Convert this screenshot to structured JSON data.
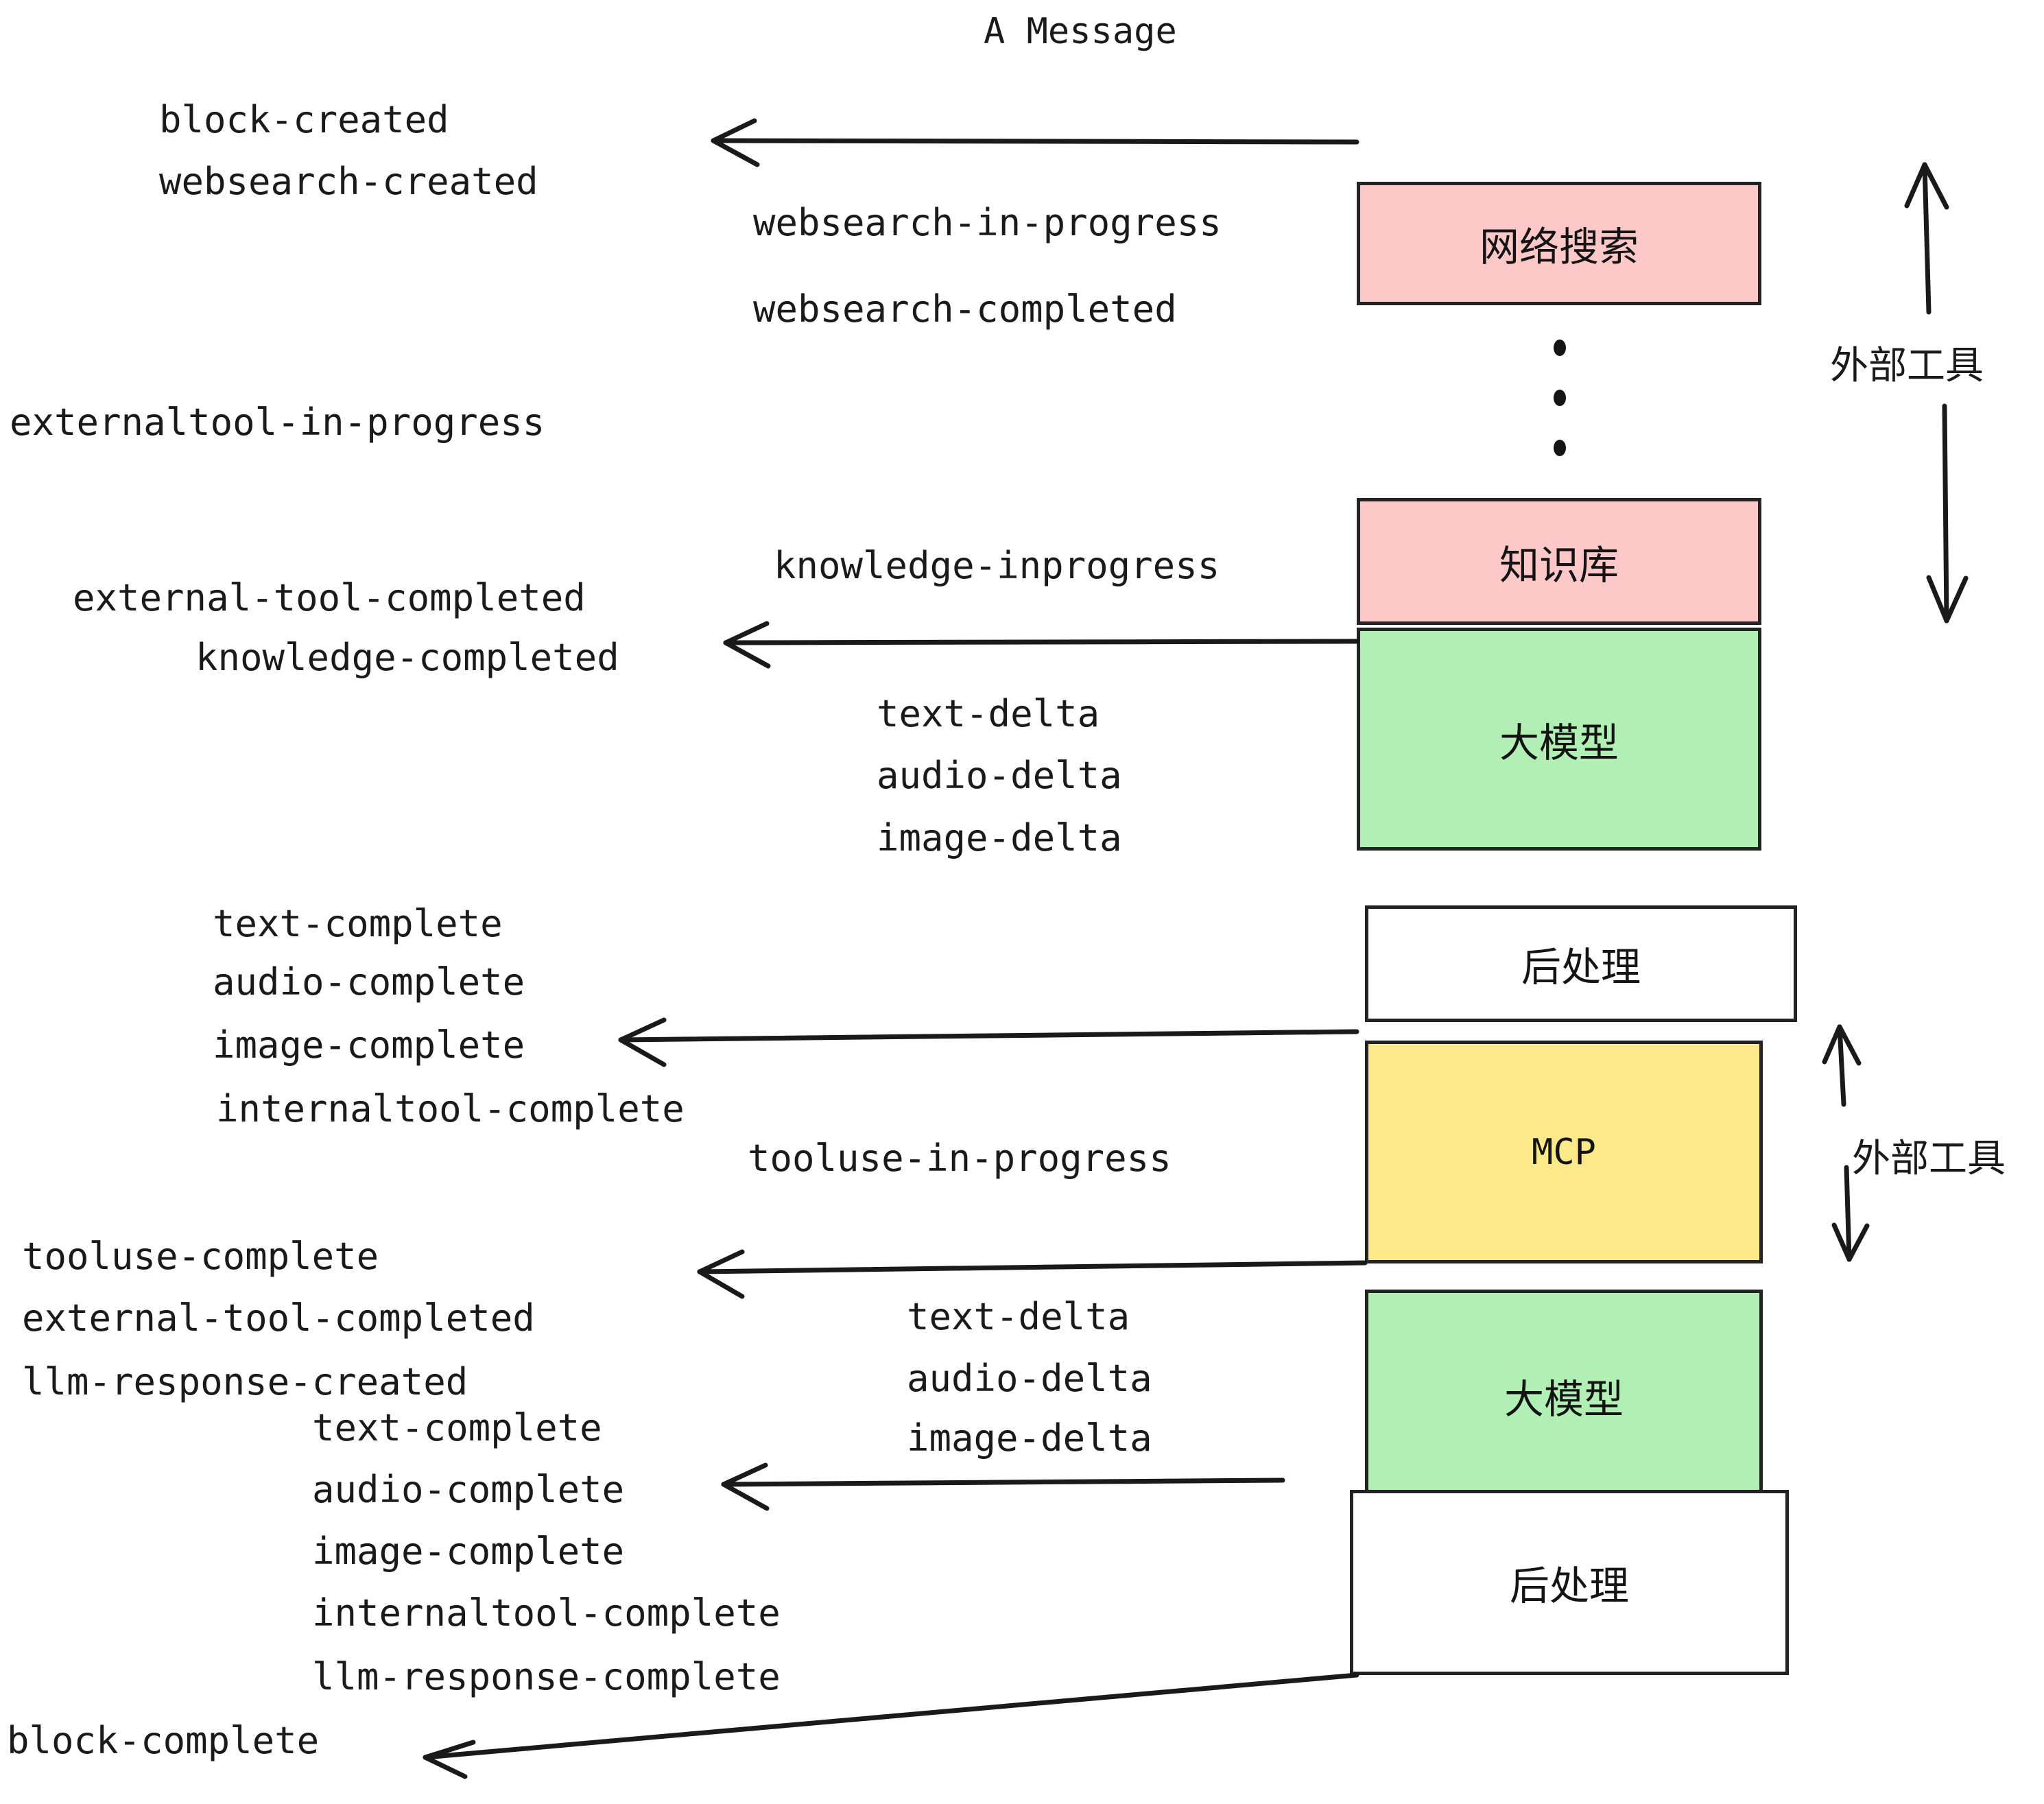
{
  "title": "A Message",
  "colors": {
    "pink": "#FFC8C8",
    "green": "#B2EFB5",
    "yellow": "#FCE98C",
    "white": "#FFFFFF",
    "stroke": "#232323",
    "text": "#1a1a1a"
  },
  "nodes": [
    {
      "id": "websearch",
      "label": "网络搜索",
      "fill": "#FFC8C8",
      "mono": false
    },
    {
      "id": "knowledge",
      "label": "知识库",
      "fill": "#FFC8C8",
      "mono": false
    },
    {
      "id": "llm-1",
      "label": "大模型",
      "fill": "#B2EFB5",
      "mono": false
    },
    {
      "id": "postprocess-1",
      "label": "后处理",
      "fill": "#FFFFFF",
      "mono": false
    },
    {
      "id": "mcp",
      "label": "MCP",
      "fill": "#FCE98C",
      "mono": true
    },
    {
      "id": "llm-2",
      "label": "大模型",
      "fill": "#B2EFB5",
      "mono": false
    },
    {
      "id": "postprocess-2",
      "label": "后处理",
      "fill": "#FFFFFF",
      "mono": false
    }
  ],
  "side_labels": [
    {
      "id": "external-tool-top",
      "text": "外部工具"
    },
    {
      "id": "external-tool-bottom",
      "text": "外部工具"
    }
  ],
  "events": {
    "block_created": "block-created",
    "websearch_created": "websearch-created",
    "websearch_in_progress": "websearch-in-progress",
    "websearch_completed": "websearch-completed",
    "externaltool_in_progress": "externaltool-in-progress",
    "knowledge_inprogress": "knowledge-inprogress",
    "external_tool_completed_1": "external-tool-completed",
    "knowledge_completed": "knowledge-completed",
    "text_delta_1": "text-delta",
    "audio_delta_1": "audio-delta",
    "image_delta_1": "image-delta",
    "text_complete_1": "text-complete",
    "audio_complete_1": "audio-complete",
    "image_complete_1": "image-complete",
    "internaltool_complete_1": "internaltool-complete",
    "tooluse_in_progress": "tooluse-in-progress",
    "tooluse_complete": "tooluse-complete",
    "external_tool_completed_2": "external-tool-completed",
    "llm_response_created": "llm-response-created",
    "text_delta_2": "text-delta",
    "audio_delta_2": "audio-delta",
    "image_delta_2": "image-delta",
    "text_complete_2": "text-complete",
    "audio_complete_2": "audio-complete",
    "image_complete_2": "image-complete",
    "internaltool_complete_2": "internaltool-complete",
    "llm_response_complete": "llm-response-complete",
    "block_complete": "block-complete"
  }
}
